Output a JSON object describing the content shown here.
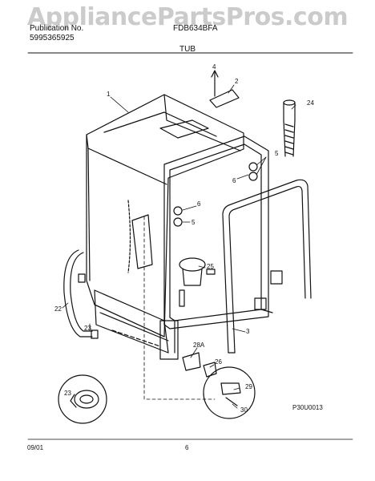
{
  "header": {
    "watermark": "AppliancePartsPros.com",
    "publication_label": "Publication No.",
    "publication_number": "5995365925",
    "model": "FDB634BFA",
    "section_title": "TUB"
  },
  "callouts": [
    "1",
    "2",
    "4",
    "24",
    "5",
    "6",
    "6",
    "5",
    "25",
    "22",
    "23",
    "3",
    "28A",
    "26",
    "29",
    "23",
    "30"
  ],
  "diagram_code": "P30U0013",
  "footer": {
    "date": "09/01",
    "page": "6"
  },
  "colors": {
    "line": "#111111",
    "watermark": "#a0a0a0"
  }
}
